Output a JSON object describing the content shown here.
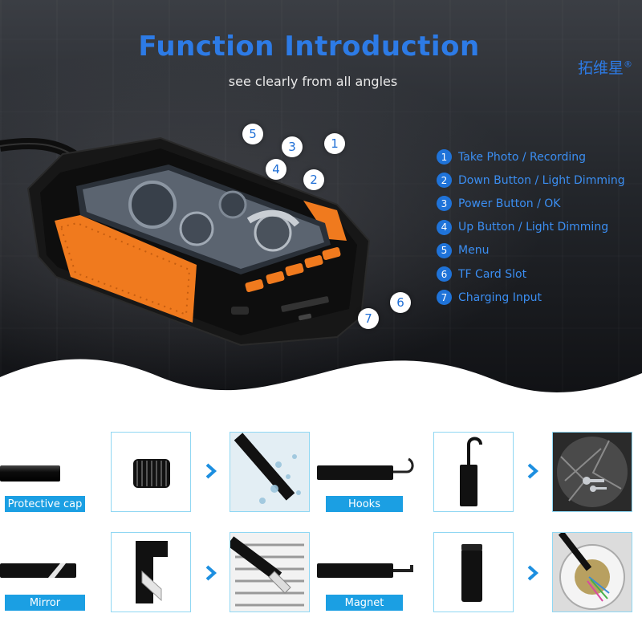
{
  "header": {
    "title": "Function Introduction",
    "subtitle": "see clearly from all angles",
    "brand": "拓维星",
    "brand_mark": "®"
  },
  "callouts": [
    "1",
    "2",
    "3",
    "4",
    "5",
    "6",
    "7"
  ],
  "legend": [
    {
      "num": "1",
      "label": "Take Photo / Recording"
    },
    {
      "num": "2",
      "label": "Down Button / Light Dimming"
    },
    {
      "num": "3",
      "label": "Power Button / OK"
    },
    {
      "num": "4",
      "label": "Up Button / Light Dimming"
    },
    {
      "num": "5",
      "label": "Menu"
    },
    {
      "num": "6",
      "label": "TF Card Slot"
    },
    {
      "num": "7",
      "label": "Charging Input"
    }
  ],
  "accessories": {
    "protective_cap": "Protective cap",
    "hooks": "Hooks",
    "mirror": "Mirror",
    "magnet": "Magnet"
  },
  "colors": {
    "accent_blue": "#2d7be6",
    "tag_blue": "#1b9fe3",
    "device_orange": "#f07a1e"
  },
  "icons": {
    "arrow": "chevron-right-icon"
  }
}
